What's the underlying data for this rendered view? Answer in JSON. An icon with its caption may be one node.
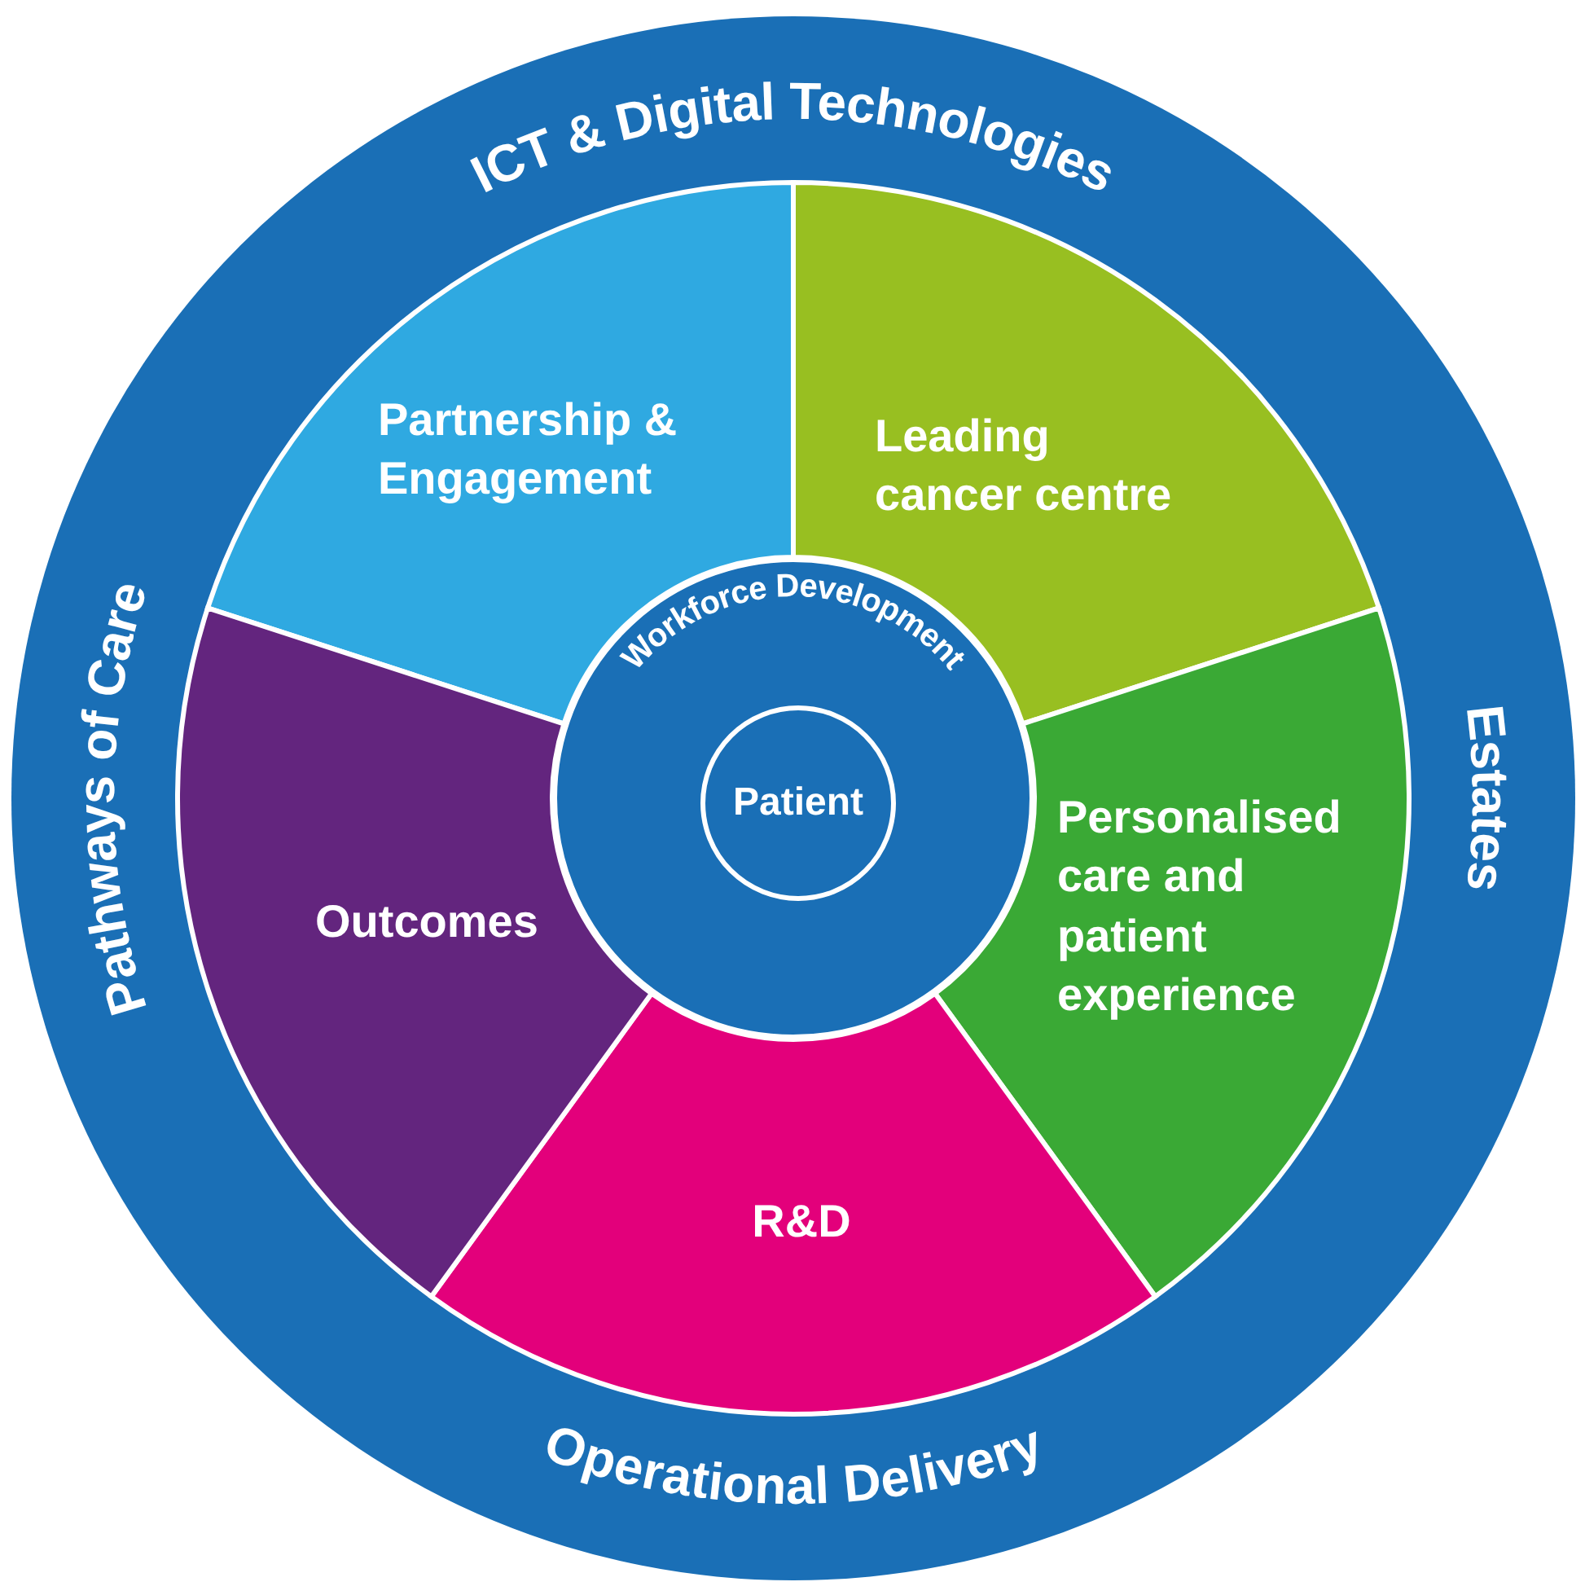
{
  "diagram": {
    "nodes": [
      {
        "text": [
          "ICT & Digital Technologies",
          "Estates",
          "Operational Delivery",
          "Pathways of Care"
        ]
      },
      {
        "text": [
          "Partnership & Engagement"
        ],
        "in": 0
      },
      {
        "text": [
          "Leading cancer centre"
        ],
        "in": 0
      },
      {
        "text": [
          "Personalised care and patient experience"
        ],
        "in": 0
      },
      {
        "text": [
          "R&D"
        ],
        "in": 0
      },
      {
        "text": [
          "Outcomes"
        ],
        "in": 0
      },
      {
        "text": [
          "Workforce Development"
        ],
        "in": 0
      },
      {
        "text": [
          "Patient"
        ],
        "in": 6
      }
    ],
    "edges": []
  }
}
